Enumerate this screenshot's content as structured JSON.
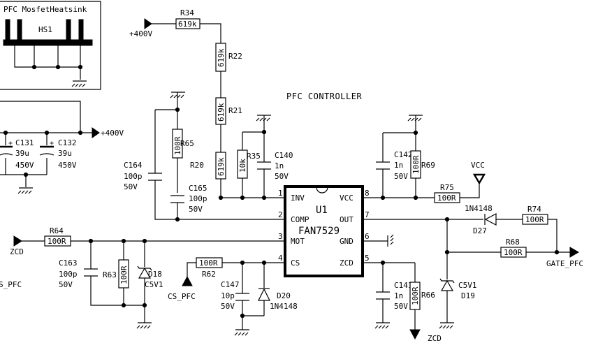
{
  "heatsink": {
    "box_title": "PFC MosfetHeatsink",
    "ref": "HS1"
  },
  "title": "PFC CONTROLLER",
  "ic": {
    "ref": "U1",
    "part": "FAN7529",
    "pins": {
      "inv": {
        "num": "1",
        "name": "INV"
      },
      "comp": {
        "num": "2",
        "name": "COMP"
      },
      "mot": {
        "num": "3",
        "name": "MOT"
      },
      "cs": {
        "num": "4",
        "name": "CS"
      },
      "vcc": {
        "num": "8",
        "name": "VCC"
      },
      "out": {
        "num": "7",
        "name": "OUT"
      },
      "gnd": {
        "num": "6",
        "name": "GND"
      },
      "zcd": {
        "num": "5",
        "name": "ZCD"
      }
    }
  },
  "nets": {
    "v400_top": "+400V",
    "v400_mid": "+400V",
    "vcc": "VCC",
    "zcd_left": "ZCD",
    "zcd_bottom": "ZCD",
    "cs_pfc_left": "S_PFC",
    "cs_pfc": "CS_PFC",
    "gate_pfc": "GATE_PFC"
  },
  "resistors": {
    "r34": {
      "ref": "R34",
      "value": "619k"
    },
    "r22": {
      "ref": "R22",
      "value": "619k"
    },
    "r21": {
      "ref": "R21",
      "value": "619k"
    },
    "r20": {
      "ref": "R20",
      "value": "619k"
    },
    "r35": {
      "ref": "R35",
      "value": "10k"
    },
    "r65": {
      "ref": "R65",
      "value": "100R"
    },
    "r64": {
      "ref": "R64",
      "value": "100R"
    },
    "r63": {
      "ref": "R63",
      "value": "100R"
    },
    "r62": {
      "ref": "R62",
      "value": "100R"
    },
    "r69": {
      "ref": "R69",
      "value": "100R"
    },
    "r75": {
      "ref": "R75",
      "value": "100R"
    },
    "r74": {
      "ref": "R74",
      "value": "100R"
    },
    "r68": {
      "ref": "R68",
      "value": "100R"
    },
    "r66": {
      "ref": "R66",
      "value": "100R"
    }
  },
  "capacitors": {
    "c131": {
      "ref": "C131",
      "value": "39u",
      "voltage": "450V"
    },
    "c132": {
      "ref": "C132",
      "value": "39u",
      "voltage": "450V"
    },
    "c164": {
      "ref": "C164",
      "value": "100p",
      "voltage": "50V"
    },
    "c165": {
      "ref": "C165",
      "value": "100p",
      "voltage": "50V"
    },
    "c140": {
      "ref": "C140",
      "value": "1n",
      "voltage": "50V"
    },
    "c142": {
      "ref": "C142",
      "value": "1n",
      "voltage": "50V"
    },
    "c163": {
      "ref": "C163",
      "value": "100p",
      "voltage": "50V"
    },
    "c147": {
      "ref": "C147",
      "value": "10p",
      "voltage": "50V"
    },
    "c141": {
      "ref": "C141",
      "value": "1n",
      "voltage": "50V"
    }
  },
  "diodes": {
    "d18": {
      "ref": "D18",
      "value": "C5V1"
    },
    "d20": {
      "ref": "D20",
      "value": "1N4148"
    },
    "d27": {
      "ref": "D27",
      "value": "1N4148"
    },
    "d19": {
      "ref": "D19",
      "value": "C5V1"
    }
  }
}
